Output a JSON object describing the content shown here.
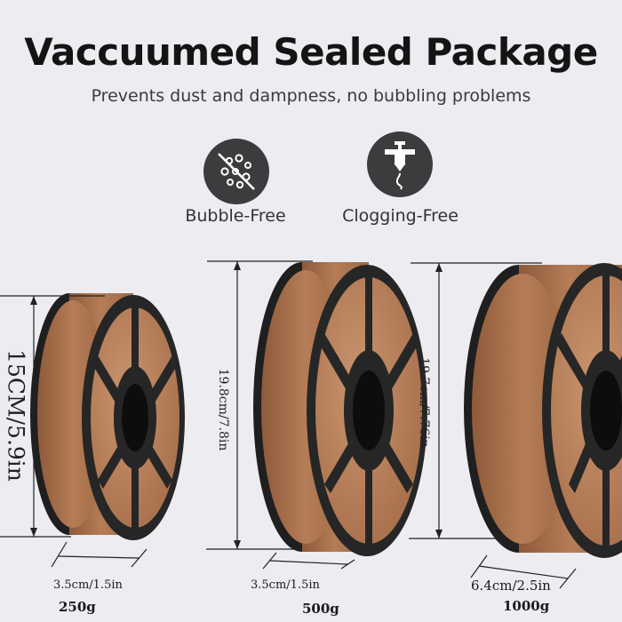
{
  "header": {
    "title": "Vaccuumed Sealed Package",
    "subtitle": "Prevents dust and dampness, no bubbling problems"
  },
  "features": [
    {
      "label": "Bubble-Free",
      "icon": "bubble-free-icon"
    },
    {
      "label": "Clogging-Free",
      "icon": "nozzle-icon"
    }
  ],
  "spools": [
    {
      "height_label": "15CM/5.9in",
      "width_label": "3.5cm/1.5in",
      "weight": "250g"
    },
    {
      "height_label": "19.8cm/7.8in",
      "width_label": "3.5cm/1.5in",
      "weight": "500g"
    },
    {
      "height_label": "19.7cm/7.76in",
      "width_label": "6.4cm/2.5in",
      "weight": "1000g"
    }
  ],
  "colors": {
    "background": "#ececf1",
    "filament": "#b9815c",
    "reel": "#262626",
    "icon_bg": "#3c3c3e"
  }
}
